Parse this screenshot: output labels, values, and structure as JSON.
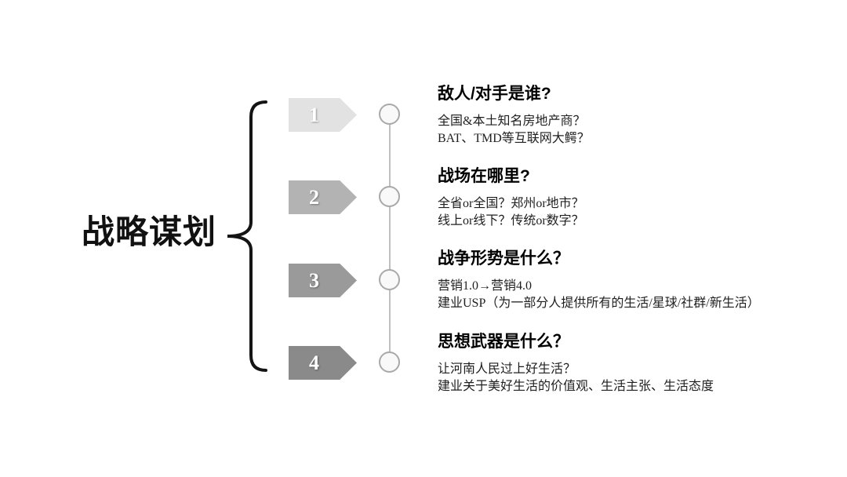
{
  "slide": {
    "title": "战略谋划",
    "steps": [
      {
        "number": "1",
        "arrow_color": "#e2e2e2",
        "heading": "敌人/对手是谁?",
        "lines": [
          "全国&本土知名房地产商？",
          "BAT、TMD等互联网大鳄？"
        ]
      },
      {
        "number": "2",
        "arrow_color": "#b3b3b3",
        "heading": "战场在哪里?",
        "lines": [
          "全省or全国？郑州or地市？",
          "线上or线下？传统or数字？"
        ]
      },
      {
        "number": "3",
        "arrow_color": "#9a9a9a",
        "heading": "战争形势是什么？",
        "lines": [
          "营销1.0→营销4.0",
          "建业USP（为一部分人提供所有的生活/星球/社群/新生活）"
        ]
      },
      {
        "number": "4",
        "arrow_color": "#8a8a8a",
        "heading": "思想武器是什么？",
        "lines": [
          "让河南人民过上好生活？",
          "建业关于美好生活的价值观、生活主张、生活态度"
        ]
      }
    ],
    "colors": {
      "brace": "#141414",
      "connector_line": "#bfbfbf",
      "node_border": "#a9a9a9",
      "node_fill": "#f9f9f9",
      "number_text": "#ffffff",
      "heading_text": "#000000",
      "body_text": "#1f1f1f"
    }
  }
}
